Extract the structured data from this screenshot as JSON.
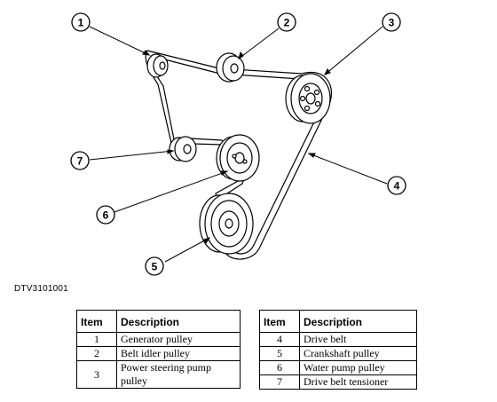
{
  "figure_code": "DTV3101001",
  "callouts": [
    "1",
    "2",
    "3",
    "4",
    "5",
    "6",
    "7"
  ],
  "legend_left": {
    "headers": {
      "item": "Item",
      "description": "Description"
    },
    "rows": [
      {
        "item": "1",
        "description": "Generator pulley"
      },
      {
        "item": "2",
        "description": "Belt idler pulley"
      },
      {
        "item": "3",
        "description": "Power steering pump pulley"
      }
    ]
  },
  "legend_right": {
    "headers": {
      "item": "Item",
      "description": "Description"
    },
    "rows": [
      {
        "item": "4",
        "description": "Drive belt"
      },
      {
        "item": "5",
        "description": "Crankshaft pulley"
      },
      {
        "item": "6",
        "description": "Water pump pulley"
      },
      {
        "item": "7",
        "description": "Drive belt tensioner"
      }
    ]
  }
}
